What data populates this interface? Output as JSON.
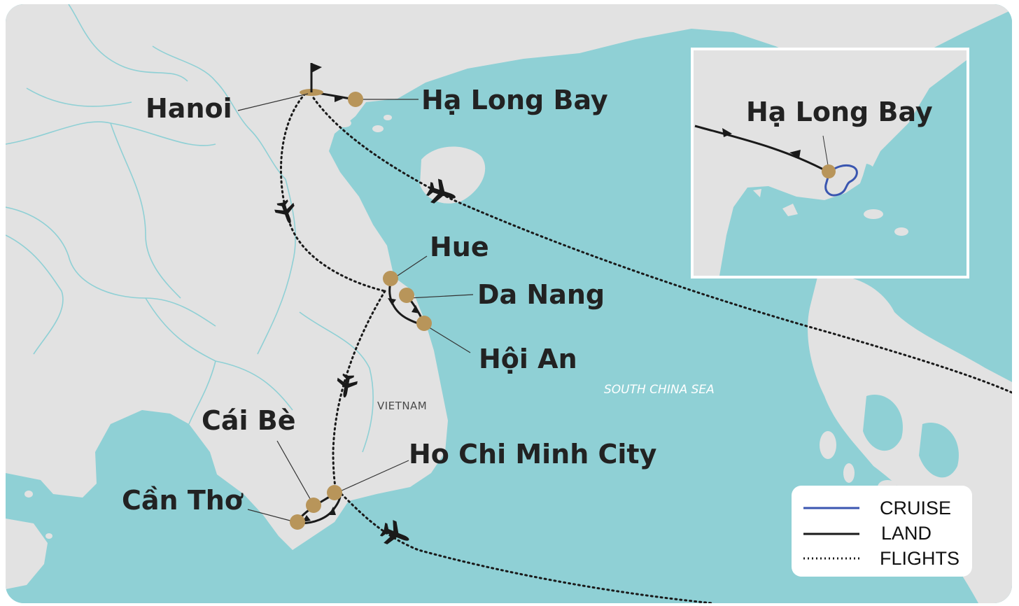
{
  "map": {
    "colors": {
      "sea": "#8fd0d5",
      "land": "#e2e2e2",
      "river": "#8fd0d5",
      "city_marker": "#b8955a",
      "route": "#1a1a1a",
      "cruise": "#3a56b0",
      "label": "#222222"
    },
    "cities": {
      "hanoi": "Hanoi",
      "ha_long_bay": "Hạ Long Bay",
      "hue": "Hue",
      "da_nang": "Da Nang",
      "hoi_an": "Hội An",
      "cai_be": "Cái Bè",
      "ho_chi_minh_city": "Ho Chi Minh City",
      "can_tho": "Cần Thơ"
    },
    "regions": {
      "vietnam": "VIETNAM",
      "south_china_sea": "SOUTH CHINA SEA"
    },
    "inset": {
      "title": "Hạ Long Bay"
    },
    "legend": {
      "cruise": "CRUISE",
      "land": "LAND",
      "flights": "FLIGHTS"
    },
    "icons": [
      "start-flag-icon",
      "airplane-icon"
    ]
  }
}
